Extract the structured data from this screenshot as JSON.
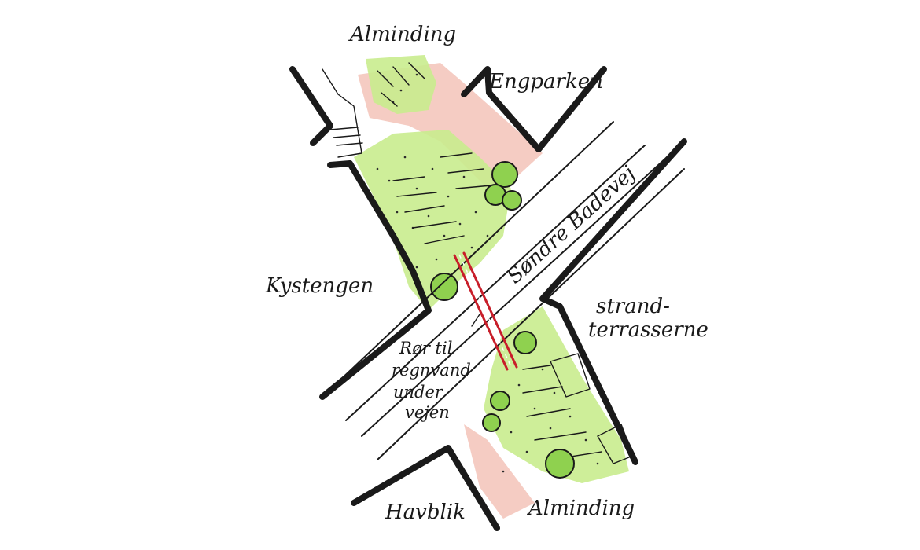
{
  "map": {
    "labels": {
      "top_area": "Alminding",
      "top_right": "Engparken",
      "left": "Kystengen",
      "road": "Søndre Badevej",
      "right": "strand-terrasserne",
      "bottom_left": "Havblik",
      "bottom_right": "Alminding",
      "pipe_note": [
        "Rør til",
        "regnvand",
        "under",
        "vejen"
      ]
    },
    "colors": {
      "vegetation": "#c9ec8e",
      "vegetation_dark": "#a9dd6a",
      "paving": "#f3c3b8",
      "pipe": "#c81e2a",
      "ink": "#1a1a1a",
      "tree": "#8fd14f"
    }
  }
}
